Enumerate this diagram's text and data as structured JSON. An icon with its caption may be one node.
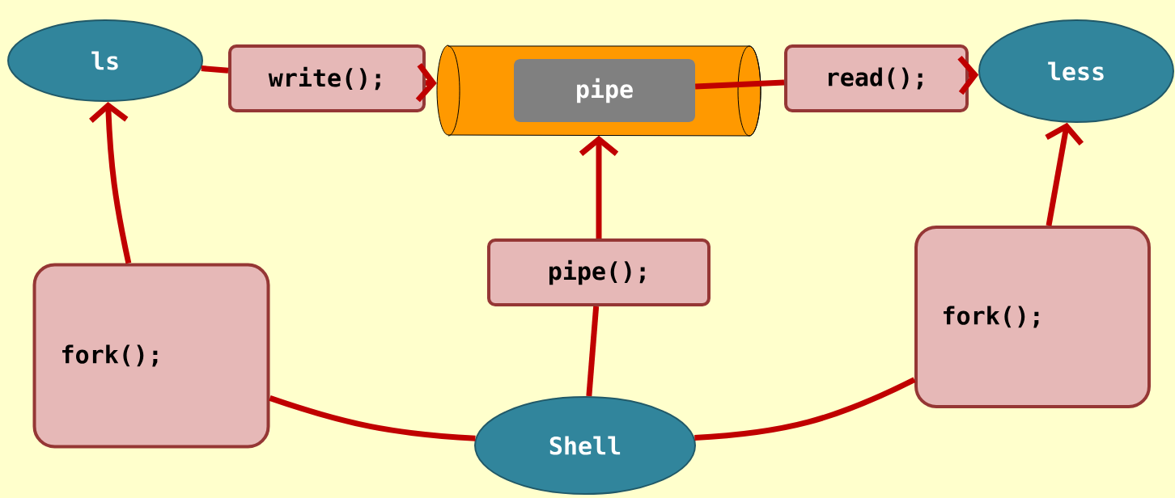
{
  "diagram": {
    "nodes": [
      {
        "text": [
          "ls"
        ]
      },
      {
        "text": [
          "write();"
        ]
      },
      {
        "text": [],
        "shape": "cylinder"
      },
      {
        "text": [
          "pipe"
        ],
        "in": 2
      },
      {
        "text": [
          "read();"
        ]
      },
      {
        "text": [
          "less"
        ]
      },
      {
        "text": [
          "fork();"
        ]
      },
      {
        "text": [
          "pipe();"
        ]
      },
      {
        "text": [
          "fork();"
        ]
      },
      {
        "text": [
          "Shell"
        ]
      }
    ],
    "edges": [
      {
        "from": 0,
        "to": 1,
        "arrow": "none"
      },
      {
        "from": 1,
        "to": 2,
        "arrow": "to"
      },
      {
        "from": 3,
        "to": 4,
        "arrow": "none"
      },
      {
        "from": 4,
        "to": 5,
        "arrow": "to"
      },
      {
        "from": 9,
        "to": 6,
        "arrow": "none"
      },
      {
        "from": 6,
        "to": 0,
        "arrow": "to"
      },
      {
        "from": 9,
        "to": 7,
        "arrow": "none"
      },
      {
        "from": 7,
        "to": 2,
        "arrow": "to"
      },
      {
        "from": 9,
        "to": 8,
        "arrow": "none"
      },
      {
        "from": 8,
        "to": 5,
        "arrow": "to"
      }
    ]
  }
}
